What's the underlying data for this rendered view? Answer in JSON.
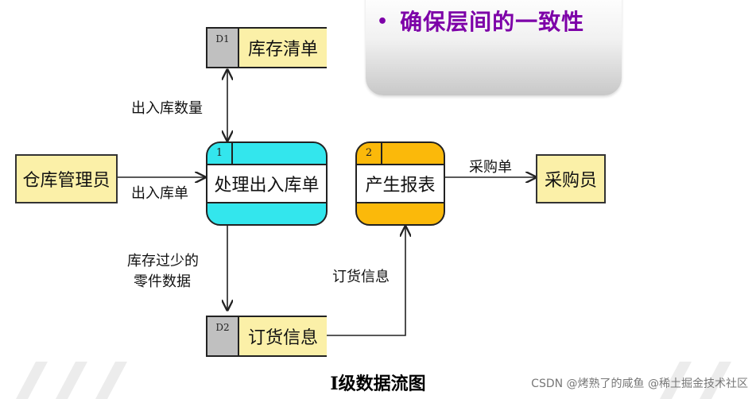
{
  "banner": {
    "bullet": "•",
    "text": "确保层间的一致性"
  },
  "stores": {
    "d1": {
      "id": "D1",
      "name": "库存清单"
    },
    "d2": {
      "id": "D2",
      "name": "订货信息"
    }
  },
  "entities": {
    "warehouse_manager": "仓库管理员",
    "purchaser": "采购员"
  },
  "processes": {
    "p1": {
      "num": "1",
      "name": "处理出入库单"
    },
    "p2": {
      "num": "2",
      "name": "产生报表"
    }
  },
  "flows": {
    "inout_qty": "出入库数量",
    "inout_form": "出入库单",
    "low_stock_line1": "库存过少的",
    "low_stock_line2": "零件数据",
    "order_info": "订货信息",
    "purchase_order": "采购单"
  },
  "caption": "I级数据流图",
  "watermark": "CSDN @烤熟了的咸鱼 @稀土掘金技术社区",
  "colors": {
    "store_fill": "#fbf0a8",
    "process1_fill": "#33e6ed",
    "process2_fill": "#fbb90a",
    "banner_text": "#7d00a8"
  }
}
